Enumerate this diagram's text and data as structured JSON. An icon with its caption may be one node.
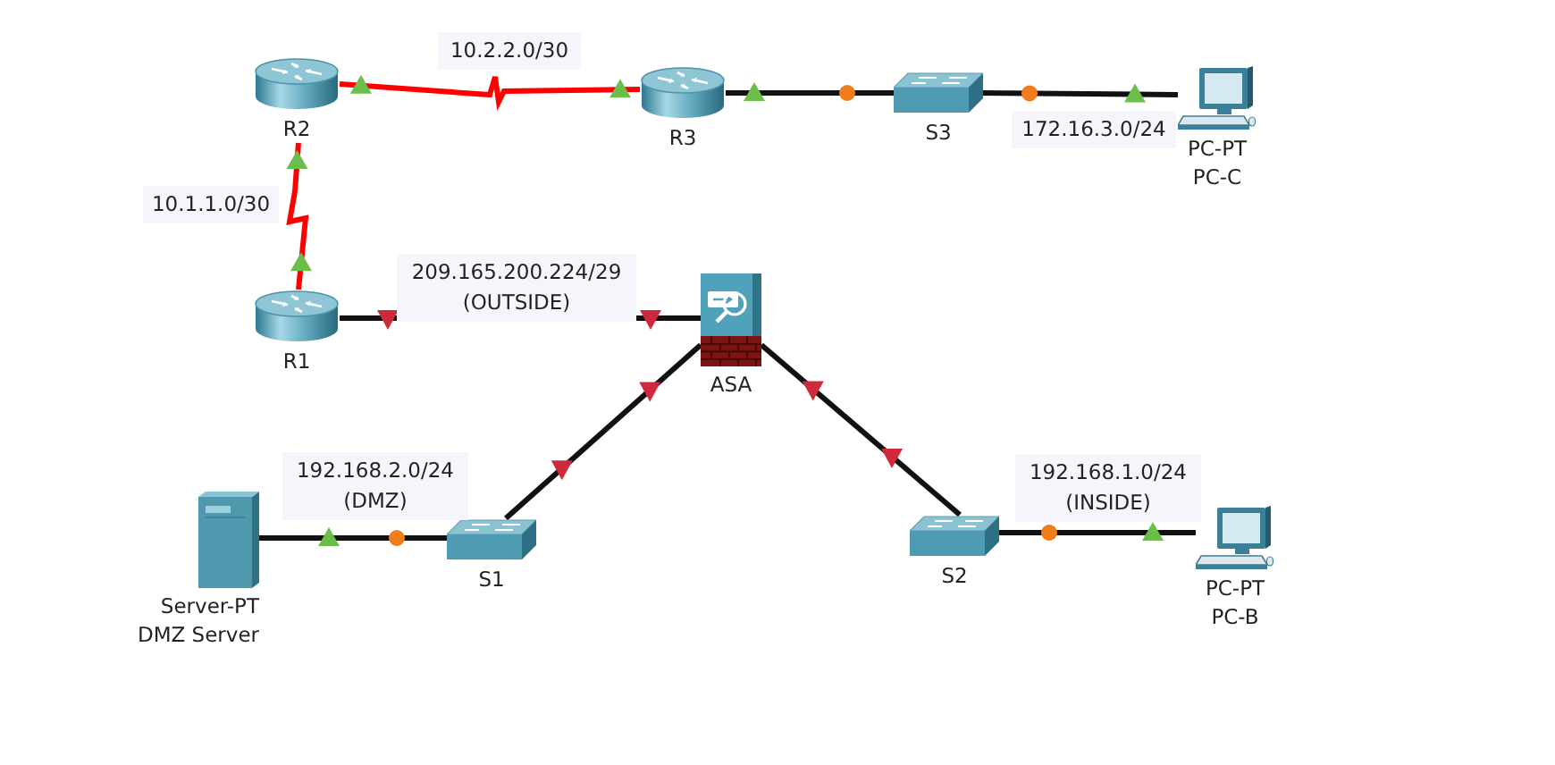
{
  "diagram": {
    "nodes": [
      {
        "text": [
          "R2"
        ]
      },
      {
        "text": [
          "R3"
        ]
      },
      {
        "text": [
          "S3"
        ]
      },
      {
        "text": [
          "PC-PT",
          "PC-C"
        ]
      },
      {
        "text": [
          "R1"
        ]
      },
      {
        "text": [
          "ASA"
        ]
      },
      {
        "text": [
          "Server-PT",
          "DMZ Server"
        ]
      },
      {
        "text": [
          "S1"
        ]
      },
      {
        "text": [
          "S2"
        ]
      },
      {
        "text": [
          "PC-PT",
          "PC-B"
        ]
      }
    ],
    "edges": [
      {
        "from": 0,
        "to": 1,
        "arrow": "other",
        "label": "10.2.2.0/30",
        "color": "#ff0000"
      },
      {
        "from": 4,
        "to": 0,
        "arrow": "other",
        "label": "10.1.1.0/30",
        "color": "#ff0000"
      },
      {
        "from": 1,
        "to": 2,
        "arrow": "other"
      },
      {
        "from": 2,
        "to": 3,
        "arrow": "other",
        "label": "172.16.3.0/24"
      },
      {
        "from": 4,
        "to": 5,
        "arrow": "other",
        "label": "209.165.200.224/29 (OUTSIDE)"
      },
      {
        "from": 5,
        "to": 7,
        "arrow": "other"
      },
      {
        "from": 5,
        "to": 8,
        "arrow": "other"
      },
      {
        "from": 6,
        "to": 7,
        "arrow": "other",
        "label": "192.168.2.0/24 (DMZ)"
      },
      {
        "from": 8,
        "to": 9,
        "arrow": "other",
        "label": "192.168.1.0/24 (INSIDE)"
      }
    ]
  }
}
